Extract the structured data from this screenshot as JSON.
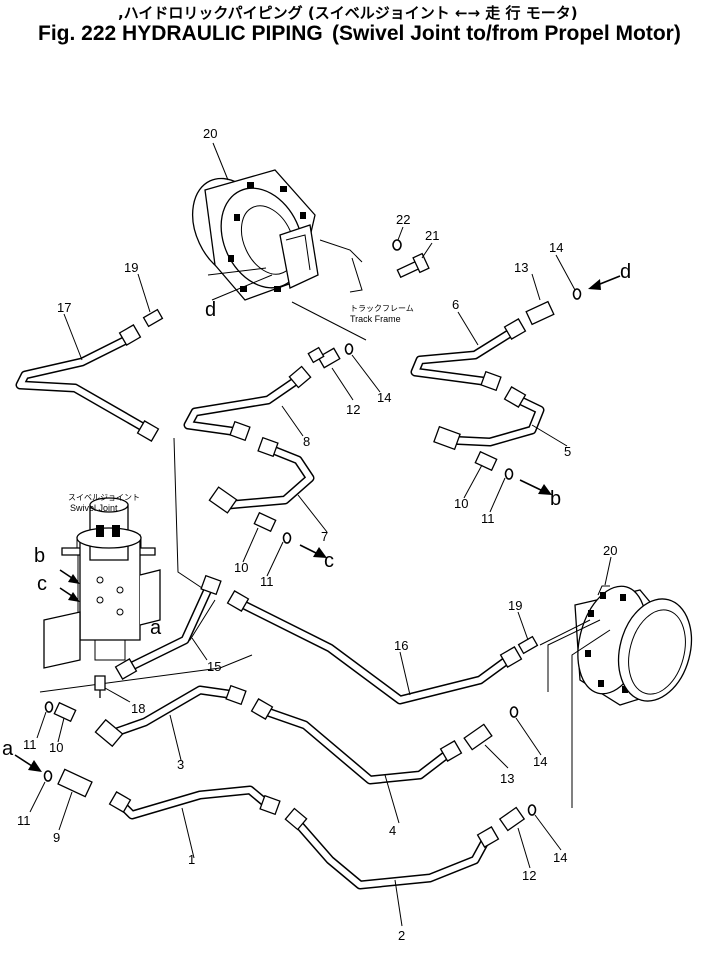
{
  "header": {
    "japanese_title": ",ハイドロリックパイピング (スイベルジョイント ←→ 走 行 モータ)",
    "figure_label": "Fig. 222 HYDRAULIC PIPING",
    "subtitle": "(Swivel Joint to/from Propel Motor)"
  },
  "annotations": {
    "track_frame_jp": "トラックフレーム",
    "track_frame_en": "Track Frame",
    "swivel_joint_jp": "スイベルジョイント",
    "swivel_joint_en": "Swivel Joint"
  },
  "part_numbers": [
    "1",
    "2",
    "3",
    "4",
    "5",
    "6",
    "7",
    "8",
    "9",
    "10",
    "10",
    "10",
    "11",
    "11",
    "11",
    "11",
    "12",
    "12",
    "13",
    "13",
    "14",
    "14",
    "14",
    "14",
    "15",
    "16",
    "17",
    "18",
    "19",
    "19",
    "20",
    "20",
    "21",
    "22"
  ],
  "connection_letters": [
    "a",
    "a",
    "b",
    "b",
    "c",
    "c",
    "d",
    "d"
  ]
}
